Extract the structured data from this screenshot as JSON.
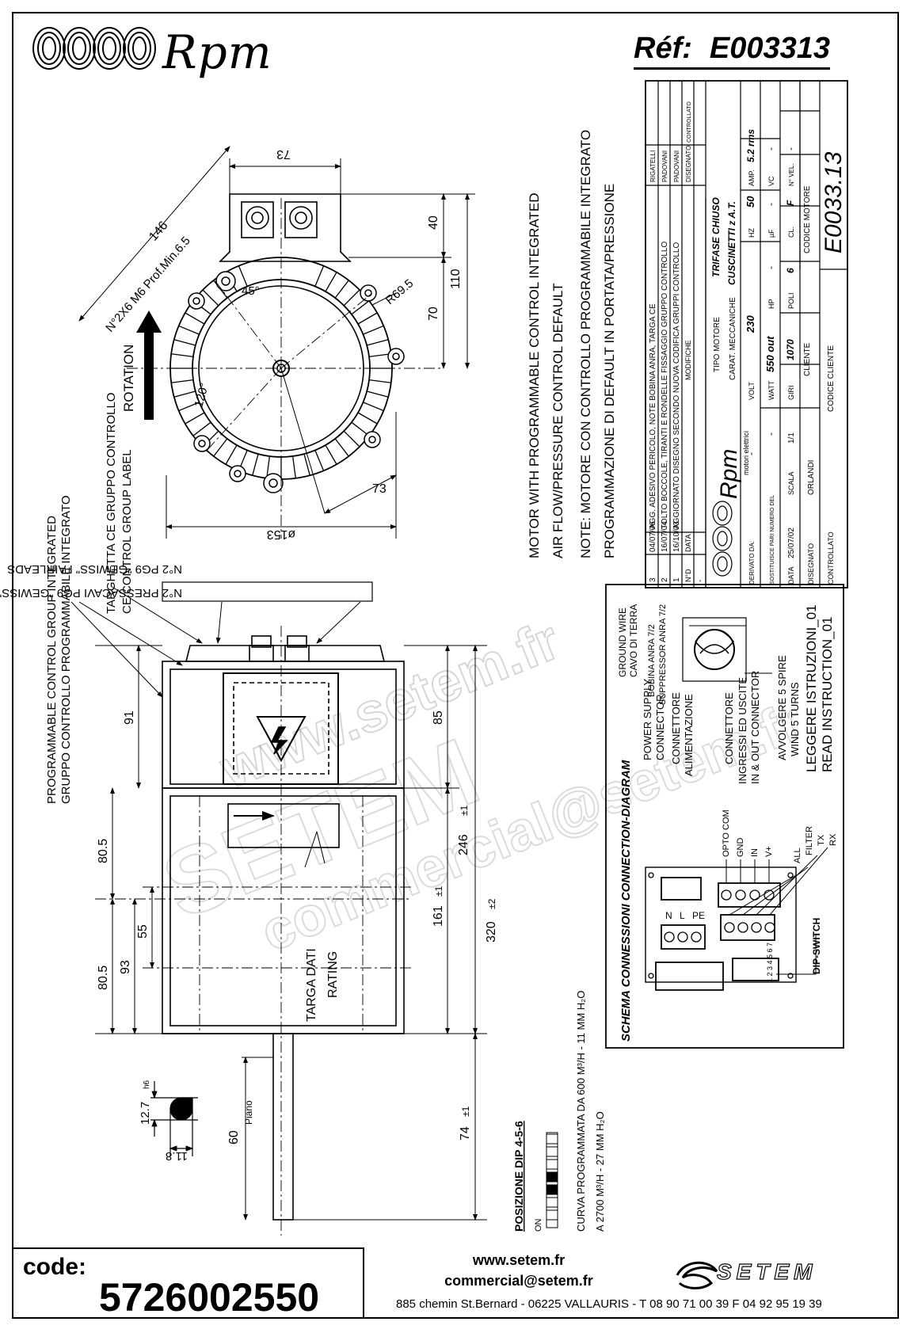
{
  "header": {
    "brand": "Rpm",
    "ref_label": "Réf:",
    "ref_value": "E003313"
  },
  "front_view": {
    "dims": {
      "top": "73",
      "right_upper": "40",
      "right_lower": "70",
      "right_total": "110",
      "diag_146": "146",
      "radius": "R69.5",
      "bottom_73": "73",
      "diameter": "ø153",
      "angle_45": "45°",
      "angle_120": "120°"
    },
    "holes_note": "N°2X6 M6 Prof.Min.6.5",
    "rotation": "ROTATION"
  },
  "notes": {
    "line1": "MOTOR WITH PROGRAMMABLE CONTROL INTEGRATED",
    "line2": "AIR FLOW/PRESSURE CONTROL DEFAULT",
    "line3": "NOTE: MOTORE CON CONTROLLO PROGRAMMABILE INTEGRATO",
    "line4": "PROGRAMMAZIONE DI DEFAULT IN PORTATA/PRESSIONE"
  },
  "side_view": {
    "pressacavi_1": "N°2 PRESSACAVI PG9 \"GEWISS\"",
    "pressacavi_2": "N°2 PG9 \"GEWISS\" FAIRLEADS",
    "targhetta_1": "TARGHETTA CE GRUPPO CONTROLLO",
    "targhetta_2": "CE CONTROL GROUP LABEL",
    "programmable_1": "PROGRAMMABLE CONTROL GROUP INTEGRATED",
    "programmable_2": "GRUPPO CONTROLLO PROGRAMMABILE INTEGRATO",
    "targa_1": "TARGA DATI",
    "targa_2": "RATING",
    "piano": "Piano",
    "dims": {
      "d91": "91",
      "d85": "85",
      "d80a": "80.5",
      "d80b": "80.5",
      "d55": "55",
      "d93": "93",
      "d246": "246",
      "d161": "161",
      "d320": "320",
      "d74": "74",
      "d60": "60",
      "tol1": "±1",
      "tol2": "±2",
      "shaft_d": "12.7",
      "shaft_h": "11.8",
      "h6": "h6"
    }
  },
  "curve": {
    "dip_title": "POSIZIONE DIP 4-5-6",
    "on": "ON",
    "curve1": "CURVA PROGRAMMATA DA 600 M³/H - 11 MM H₂O",
    "curve2": "A 2700 M³/H - 27 MM H₂O"
  },
  "schema": {
    "title": "SCHEMA CONNESSIONI CONNECTION-DIAGRAM",
    "power1": "POWER SUPPLY",
    "power2": "CONNECTOR",
    "power3": "CONNETTORE",
    "power4": "ALIMENTAZIONE",
    "io1": "CONNETTORE",
    "io2": "INGRESSI ED USCITE",
    "io3": "IN & OUT CONNECTOR",
    "wind1": "AVVOLGERE 5 SPIRE",
    "wind2": "WIND 5 TURNS",
    "ground1": "GROUND WIRE",
    "ground2": "CAVO DI TERRA",
    "bobina": "BOBINA ANRA 7/2",
    "soppr": "SUPPRESSOR ANRA 7/2",
    "read1": "LEGGERE ISTRUZIONI_01",
    "read2": "READ INSTRUCTION_01",
    "pins_top": [
      "OPTO COM",
      "GND",
      "IN",
      "V+"
    ],
    "pins_filter": [
      "ALL",
      "FILTER",
      "TX",
      "RX"
    ],
    "pins_power": [
      "N",
      "L",
      "PE"
    ],
    "dip_switch": "DIP-SWITCH",
    "dip_numbers": "1 2 3 4 5 6 7"
  },
  "title_block": {
    "revisions": [
      {
        "n": "3",
        "date": "04/07/06",
        "desc": "AGG. ADESIVO PERICOLO, NOTE BOBINA ANRA, TARGA CE",
        "by": "RIGATELLI"
      },
      {
        "n": "2",
        "date": "16/07/04",
        "desc": "TOLTO BOCCOLE, TIRANTI E RONDELLE FISSAGGIO GRUPPO CONTROLLO",
        "by": "PADOVANI"
      },
      {
        "n": "1",
        "date": "16/10/03",
        "desc": "AGGIORNATO DISEGNO SECONDO NUOVA CODIFICA GRUPPI CONTROLLO",
        "by": "PADOVANI"
      }
    ],
    "hdr_nd": "N°D",
    "hdr_data": "DATA",
    "hdr_modifiche": "MODIFICHE",
    "hdr_disegnato": "DISEGNATO",
    "hdr_controllato": "CONTROLLATO",
    "dash": "-",
    "rpm_sub": "motori elettrici",
    "tipo_motore_label": "TIPO MOTORE",
    "tipo_motore": "TRIFASE CHIUSO",
    "carat_label": "CARAT. MECCANICHE",
    "carat": "CUSCINETTI z A.T.",
    "derivato": "DERIVATO DA:",
    "sostituisce": "SOSTITUISCE PARI NUMERO DEL",
    "data_label": "DATA",
    "data_val": "25/07/02",
    "scala_label": "SCALA",
    "scala_val": "1/1",
    "disegnato_label": "DISEGNATO",
    "disegnato_val": "ORLANDI",
    "controllato_label": "CONTROLLATO",
    "volt_label": "VOLT",
    "volt": "230",
    "hz_label": "HZ",
    "hz": "50",
    "amp_label": "AMP.",
    "amp": "5.2 rms",
    "watt_label": "WATT",
    "watt": "550 out",
    "hp_label": "HP",
    "hp": "-",
    "uf_label": "µF",
    "uf": "-",
    "vc_label": "VC",
    "vc": "-",
    "giri_label": "GIRI",
    "giri": "1070",
    "poli_label": "POLI",
    "poli": "6",
    "cl_label": "CL.",
    "cl": "F",
    "nvel_label": "N° VEL.",
    "nvel": "-",
    "cliente_label": "CLIENTE",
    "codice_cliente_label": "CODICE CLIENTE",
    "codice_motore_label": "CODICE MOTORE",
    "codice_motore": "E0033.13"
  },
  "footer": {
    "code_label": "code:",
    "code_value": "5726002550",
    "web": "www.setem.fr",
    "mail": "commercial@setem.fr",
    "address": "885 chemin St.Bernard  -  06225 VALLAURIS  -  T 08 90 71 00 39  F 04 92 95 19 39",
    "setem_logo": "SETEM"
  },
  "watermark": {
    "w1": "www.setem.fr",
    "w2": "SETEM",
    "w3": "commercial@setem.fr"
  }
}
